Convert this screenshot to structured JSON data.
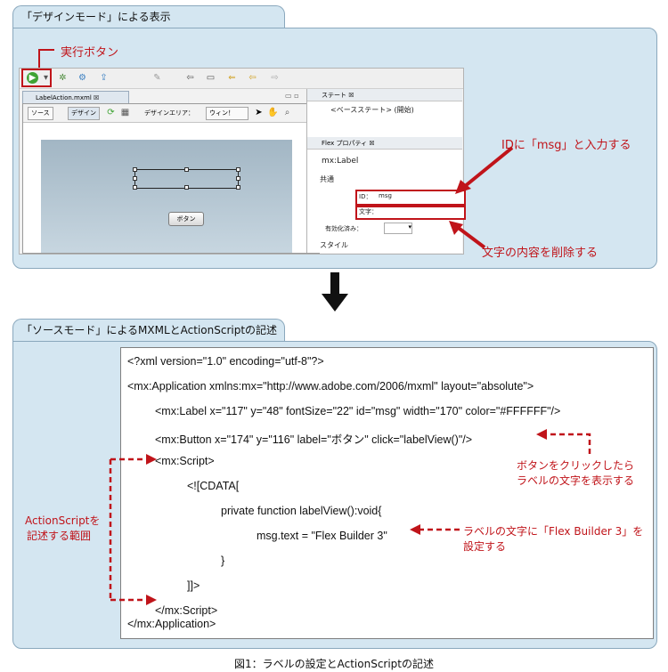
{
  "panel1": {
    "title": "「デザインモード」による表示",
    "run_button_label": "実行ボタン",
    "ide": {
      "editor_tab": "LabelAction.mxml ☒",
      "source_btn": "ソース",
      "design_btn": "デザイン",
      "design_area_label": "デザインエリア：",
      "design_area_value": "ウィン！",
      "button_text": "ボタン",
      "states_tab": "ステート ☒",
      "base_state": "<ベースステート> (開始)",
      "props_tab": "Flex プロパティ ☒",
      "component": "mx:Label",
      "section_common": "共通",
      "id_label": "ID：",
      "id_value": "msg",
      "text_label": "文字：",
      "enabled_label": "有効化済み：",
      "section_style": "スタイル"
    },
    "annotation_id": "IDに「msg」と入力する",
    "annotation_text": "文字の内容を削除する"
  },
  "panel2": {
    "title": "「ソースモード」によるMXMLとActionScriptの記述",
    "code_lines": [
      "<?xml version=\"1.0\" encoding=\"utf-8\"?>",
      "<mx:Application xmlns:mx=\"http://www.adobe.com/2006/mxml\" layout=\"absolute\">",
      "<mx:Label x=\"117\" y=\"48\" fontSize=\"22\" id=\"msg\" width=\"170\" color=\"#FFFFFF\"/>",
      "<mx:Button x=\"174\" y=\"116\" label=\"ボタン\" click=\"labelView()\"/>",
      "<mx:Script>",
      "<![CDATA[",
      "private function labelView():void{",
      "msg.text = \"Flex Builder 3\"",
      "}",
      "]]>",
      "</mx:Script>",
      "</mx:Application>"
    ],
    "annotation_button_1": "ボタンをクリックしたら",
    "annotation_button_2": "ラベルの文字を表示する",
    "annotation_label_1": "ラベルの文字に「Flex Builder 3」を",
    "annotation_label_2": "設定する",
    "annotation_as_1": "ActionScriptを",
    "annotation_as_2": "記述する範囲"
  },
  "caption": "図1：ラベルの設定とActionScriptの記述",
  "colors": {
    "panel_bg": "#d4e6f1",
    "accent_red": "#c0141a"
  }
}
